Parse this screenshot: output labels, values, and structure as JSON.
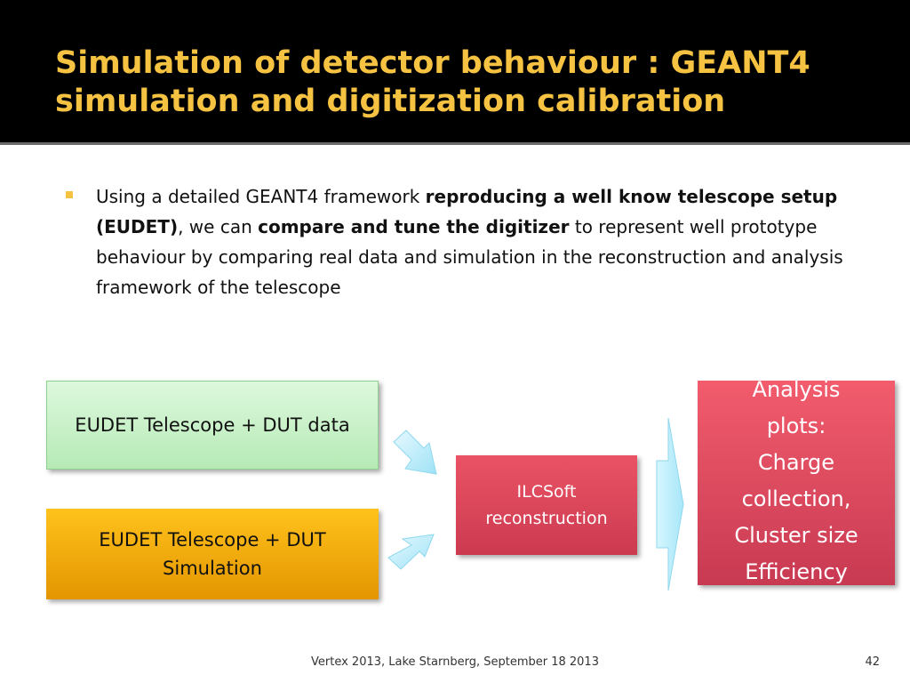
{
  "title": {
    "line1": "Simulation of detector behaviour : GEANT4",
    "line2": "simulation and digitization calibration"
  },
  "bullet": {
    "t1": "Using a detailed GEANT4 framework ",
    "b1": "reproducing a well know telescope setup (EUDET)",
    "t2": ", we can ",
    "b2": "compare and tune the digitizer",
    "t3": " to represent well prototype behaviour by comparing real data and simulation in the reconstruction and analysis framework of the telescope"
  },
  "diagram": {
    "data_box": "EUDET Telescope + DUT data",
    "sim_box_line1": "EUDET Telescope + DUT",
    "sim_box_line2": "Simulation",
    "ilc_line1": "ILCSoft",
    "ilc_line2": "reconstruction",
    "analysis": [
      "Analysis",
      "plots:",
      "Charge",
      "collection,",
      "Cluster size",
      "Efficiency"
    ]
  },
  "footer": {
    "text": "Vertex 2013, Lake Starnberg, September 18 2013",
    "page": "42"
  },
  "colors": {
    "title_bg": "#000000",
    "title_text": "#f5c242",
    "bullet": "#f5c242",
    "data_box": "#c5f0c5",
    "sim_box": "#f6a80a",
    "ilc_box": "#dc4659",
    "analysis_box": "#e04a60",
    "arrows": "#bfeefa"
  }
}
